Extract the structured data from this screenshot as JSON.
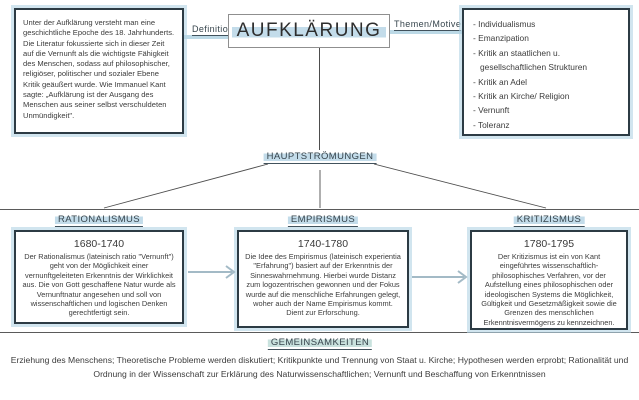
{
  "title": "AUFKLÄRUNG",
  "definition": {
    "label": "Definition",
    "text": "Unter der Aufklärung versteht man eine geschichtliche Epoche des 18. Jahrhunderts. Die Literatur fokussierte sich in dieser Zeit auf die Vernunft als die wichtigste Fähigkeit des Menschen, sodass auf philosophischer, religiöser, politischer und sozialer Ebene Kritik geäußert wurde. Wie Immanuel Kant sagte: „Aufklärung ist der Ausgang des Menschen aus seiner selbst verschuldeten Unmündigkeit\"."
  },
  "themes": {
    "label": "Themen/Motive",
    "items": [
      "- Individualismus",
      "- Emanzipation",
      "- Kritik an staatlichen u. gesellschaftlichen Strukturen",
      "- Kritik an Adel",
      "- Kritik an Kirche/ Religion",
      "- Vernunft",
      "- Toleranz"
    ]
  },
  "hauptstroemungen": {
    "label": "HAUPTSTRÖMUNGEN"
  },
  "streams": [
    {
      "name": "RATIONALISMUS",
      "period": "1680-1740",
      "description": "Der Rationalismus (lateinisch ratio \"Vernunft\") geht von der Möglichkeit einer vernunftgeleiteten Erkenntnis der Wirklichkeit aus. Die von Gott geschaffene Natur wurde als Vernunftnatur angesehen und soll von wissenschaftlichen und logischen Denken gerechtfertigt sein."
    },
    {
      "name": "EMPIRISMUS",
      "period": "1740-1780",
      "description": "Die Idee des Empirismus (lateinisch experientia \"Erfahrung\") basiert auf der Erkenntnis der Sinneswahrnehmung. Hierbei wurde Distanz zum logozentrischen gewonnen und der Fokus wurde auf die menschliche Erfahrungen gelegt, woher auch der Name Empirismus kommt. Dient zur Erforschung."
    },
    {
      "name": "KRITIZISMUS",
      "period": "1780-1795",
      "description": "Der Kritizismus ist ein von Kant eingeführtes wissenschaftlich-philosophisches Verfahren, vor der Aufstellung eines philosophischen oder ideologischen Systems die Möglichkeit, Gültigkeit und Gesetzmäßigkeit sowie die Grenzen des menschlichen Erkenntnisvermögens zu kennzeichnen."
    }
  ],
  "gemeinsamkeiten": {
    "label": "GEMEINSAMKEITEN",
    "text": "Erziehung des Menschens; Theoretische Probleme werden diskutiert; Kritikpunkte und Trennung von Staat u. Kirche; Hypothesen werden erprobt; Rationalität und Ordnung in der Wissenschaft zur Erklärung des Naturwissenschaftlichen; Vernunft und Beschaffung von Erkenntnissen"
  },
  "colors": {
    "accent_highlight": "#c3dcea",
    "connector_blue": "#bcd9e6",
    "box_border_dark": "#2c3b44",
    "arrow": "#a3bac6",
    "line": "#4d4d4d",
    "text": "#3c3c3c"
  }
}
